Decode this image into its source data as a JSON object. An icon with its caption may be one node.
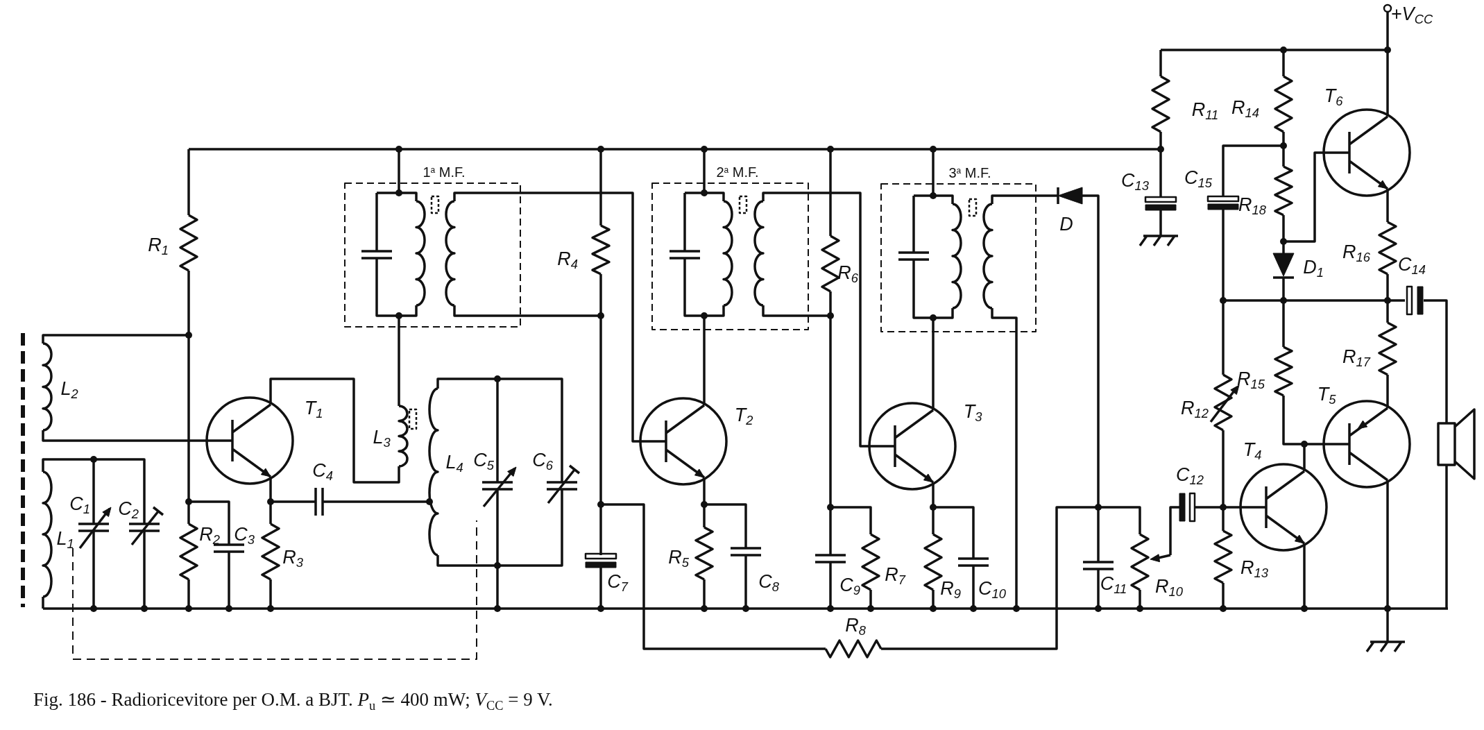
{
  "diagram": {
    "caption": "Fig. 186 - Radioricevitore per O.M. a BJT. *P*$_{u}$ ≃ 400 mW; *V*$_{CC}$ = 9 V.",
    "labels": [
      "+V$_{CC}$",
      "R$_{11}$",
      "R$_{14}$",
      "T$_{6}$",
      "1$^{a}$ M.F.",
      "2$^{a}$ M.F.",
      "3$^{a}$ M.F.",
      "C$_{13}$",
      "C$_{15}$",
      "D",
      "R$_{18}$",
      "R$_{1}$",
      "R$_{4}$",
      "R$_{6}$",
      "D$_{1}$",
      "R$_{16}$",
      "C$_{14}$",
      "R$_{15}$",
      "R$_{17}$",
      "L$_{2}$",
      "T$_{1}$",
      "T$_{2}$",
      "T$_{3}$",
      "R$_{12}$",
      "T$_{5}$",
      "C$_{4}$",
      "L$_{3}$",
      "L$_{4}$",
      "C$_{5}$",
      "C$_{6}$",
      "C$_{12}$",
      "T$_{4}$",
      "L$_{1}$",
      "C$_{1}$",
      "C$_{2}$",
      "R$_{2}$",
      "C$_{3}$",
      "R$_{3}$",
      "C$_{7}$",
      "R$_{5}$",
      "C$_{8}$",
      "C$_{9}$",
      "R$_{7}$",
      "R$_{9}$",
      "C$_{10}$",
      "C$_{11}$",
      "R$_{10}$",
      "R$_{13}$",
      "R$_{8}$"
    ]
  }
}
